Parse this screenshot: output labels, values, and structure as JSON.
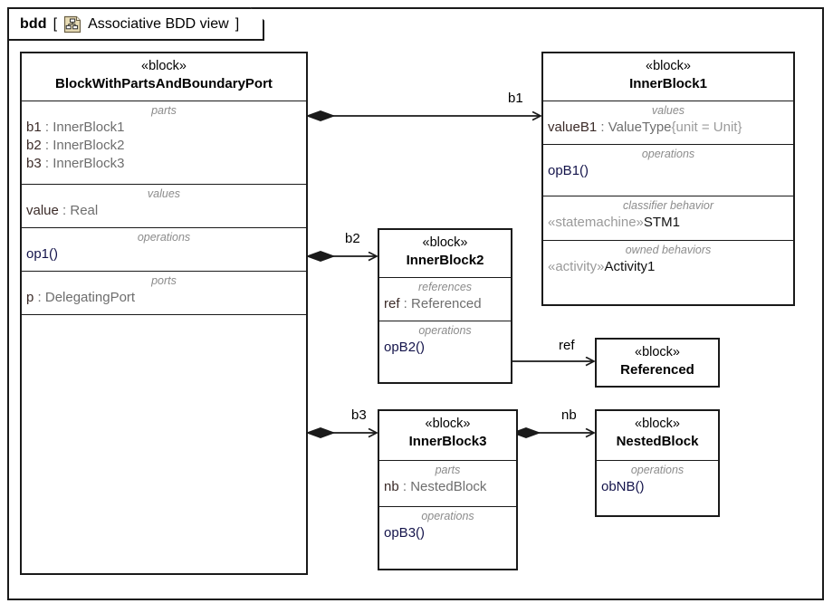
{
  "frame": {
    "kind": "bdd",
    "bracket_open": "[",
    "bracket_close": "]",
    "view_name": "Associative BDD view",
    "icon": "bdd-diagram-icon"
  },
  "stereotype_block": "«block»",
  "blocks": [
    {
      "id": "main",
      "stereotype": "«block»",
      "name": "BlockWithPartsAndBoundaryPort",
      "compartments": [
        {
          "label": "parts",
          "items": [
            {
              "name": "b1",
              "sep": " : ",
              "type": "InnerBlock1"
            },
            {
              "name": "b2",
              "sep": " : ",
              "type": "InnerBlock2"
            },
            {
              "name": "b3",
              "sep": " : ",
              "type": "InnerBlock3"
            }
          ]
        },
        {
          "label": "values",
          "items": [
            {
              "name": "value",
              "sep": " : ",
              "type": "Real"
            }
          ]
        },
        {
          "label": "operations",
          "items": [
            {
              "op": "op1()"
            }
          ]
        },
        {
          "label": "ports",
          "items": [
            {
              "name": "p",
              "sep": " : ",
              "type": "DelegatingPort"
            }
          ]
        }
      ]
    },
    {
      "id": "innerblock1",
      "stereotype": "«block»",
      "name": "InnerBlock1",
      "compartments": [
        {
          "label": "values",
          "items": [
            {
              "name": "valueB1",
              "sep": " : ",
              "type": "ValueType",
              "unit": "{unit = Unit}"
            }
          ]
        },
        {
          "label": "operations",
          "items": [
            {
              "op": "opB1()"
            }
          ]
        },
        {
          "label": "classifier behavior",
          "items": [
            {
              "stereo": "«statemachine»",
              "behavior": "STM1"
            }
          ]
        },
        {
          "label": "owned behaviors",
          "items": [
            {
              "stereo": "«activity»",
              "behavior": "Activity1"
            }
          ]
        }
      ]
    },
    {
      "id": "innerblock2",
      "stereotype": "«block»",
      "name": "InnerBlock2",
      "compartments": [
        {
          "label": "references",
          "items": [
            {
              "name": "ref",
              "sep": " : ",
              "type": "Referenced"
            }
          ]
        },
        {
          "label": "operations",
          "items": [
            {
              "op": "opB2()"
            }
          ]
        }
      ]
    },
    {
      "id": "referenced",
      "stereotype": "«block»",
      "name": "Referenced",
      "compartments": []
    },
    {
      "id": "innerblock3",
      "stereotype": "«block»",
      "name": "InnerBlock3",
      "compartments": [
        {
          "label": "parts",
          "items": [
            {
              "name": "nb",
              "sep": " : ",
              "type": "NestedBlock"
            }
          ]
        },
        {
          "label": "operations",
          "items": [
            {
              "op": "opB3()"
            }
          ]
        }
      ]
    },
    {
      "id": "nestedblock",
      "stereotype": "«block»",
      "name": "NestedBlock",
      "compartments": [
        {
          "label": "operations",
          "items": [
            {
              "op": "obNB()"
            }
          ]
        }
      ]
    }
  ],
  "connectors": [
    {
      "id": "b1",
      "label": "b1",
      "source": "main",
      "target": "innerblock1",
      "kind": "composition"
    },
    {
      "id": "b2",
      "label": "b2",
      "source": "main",
      "target": "innerblock2",
      "kind": "composition"
    },
    {
      "id": "b3",
      "label": "b3",
      "source": "main",
      "target": "innerblock3",
      "kind": "composition"
    },
    {
      "id": "ref",
      "label": "ref",
      "source": "innerblock2",
      "target": "referenced",
      "kind": "association"
    },
    {
      "id": "nb",
      "label": "nb",
      "source": "innerblock3",
      "target": "nestedblock",
      "kind": "composition"
    }
  ],
  "colors": {
    "line": "#1a1a1a",
    "compartment_label": "#8c8c8c",
    "property_name": "#3b2b28",
    "property_type": "#6e6e6e",
    "operation": "#14144b",
    "icon_fill": "#e8dcb5",
    "background": "#ffffff"
  }
}
